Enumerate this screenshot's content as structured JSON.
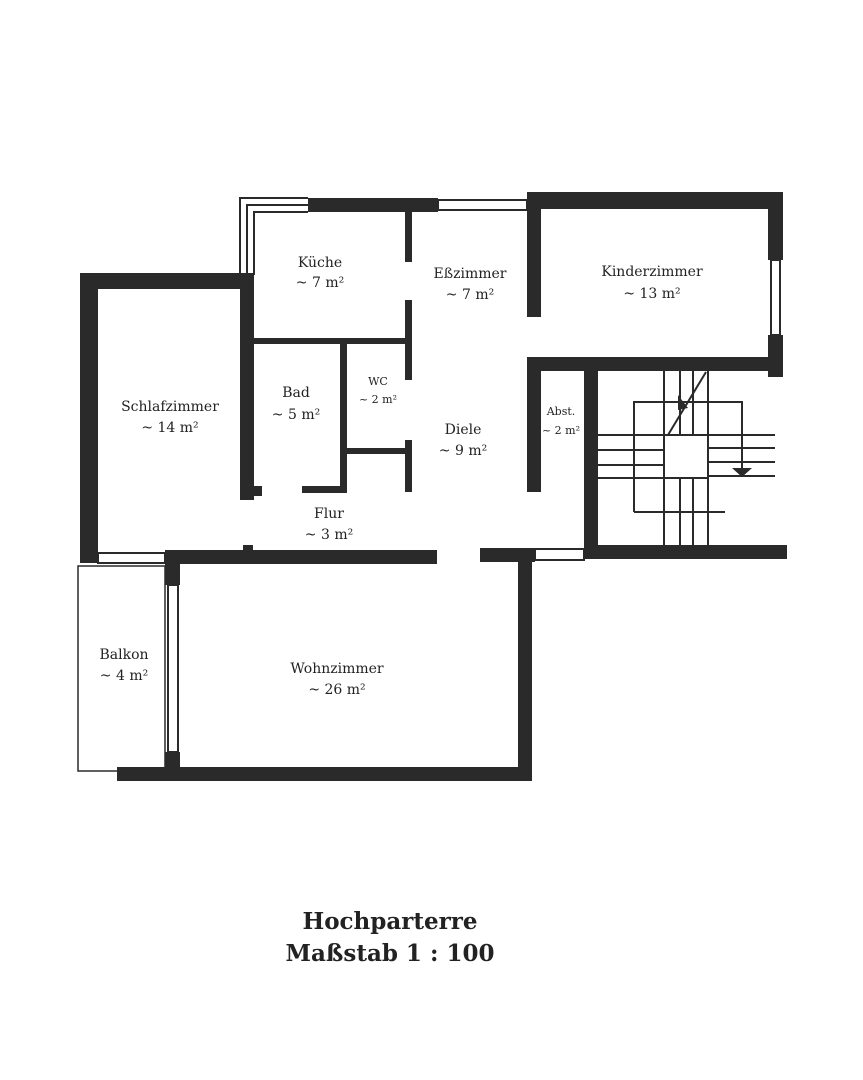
{
  "plan": {
    "title": "Hochparterre",
    "scale": "Maßstab 1 : 100",
    "wall_color": "#2a2a2a"
  },
  "rooms": [
    {
      "name": "Küche",
      "area": "~ 7 m²"
    },
    {
      "name": "Eßzimmer",
      "area": "~ 7 m²"
    },
    {
      "name": "Kinderzimmer",
      "area": "~ 13 m²"
    },
    {
      "name": "Schlafzimmer",
      "area": "~ 14 m²"
    },
    {
      "name": "Bad",
      "area": "~ 5 m²"
    },
    {
      "name": "WC",
      "area": "~ 2 m²"
    },
    {
      "name": "Diele",
      "area": "~ 9 m²"
    },
    {
      "name": "Abst.",
      "area": "~ 2 m²"
    },
    {
      "name": "Flur",
      "area": "~ 3 m²"
    },
    {
      "name": "Balkon",
      "area": "~ 4 m²"
    },
    {
      "name": "Wohnzimmer",
      "area": "~ 26 m²"
    }
  ]
}
